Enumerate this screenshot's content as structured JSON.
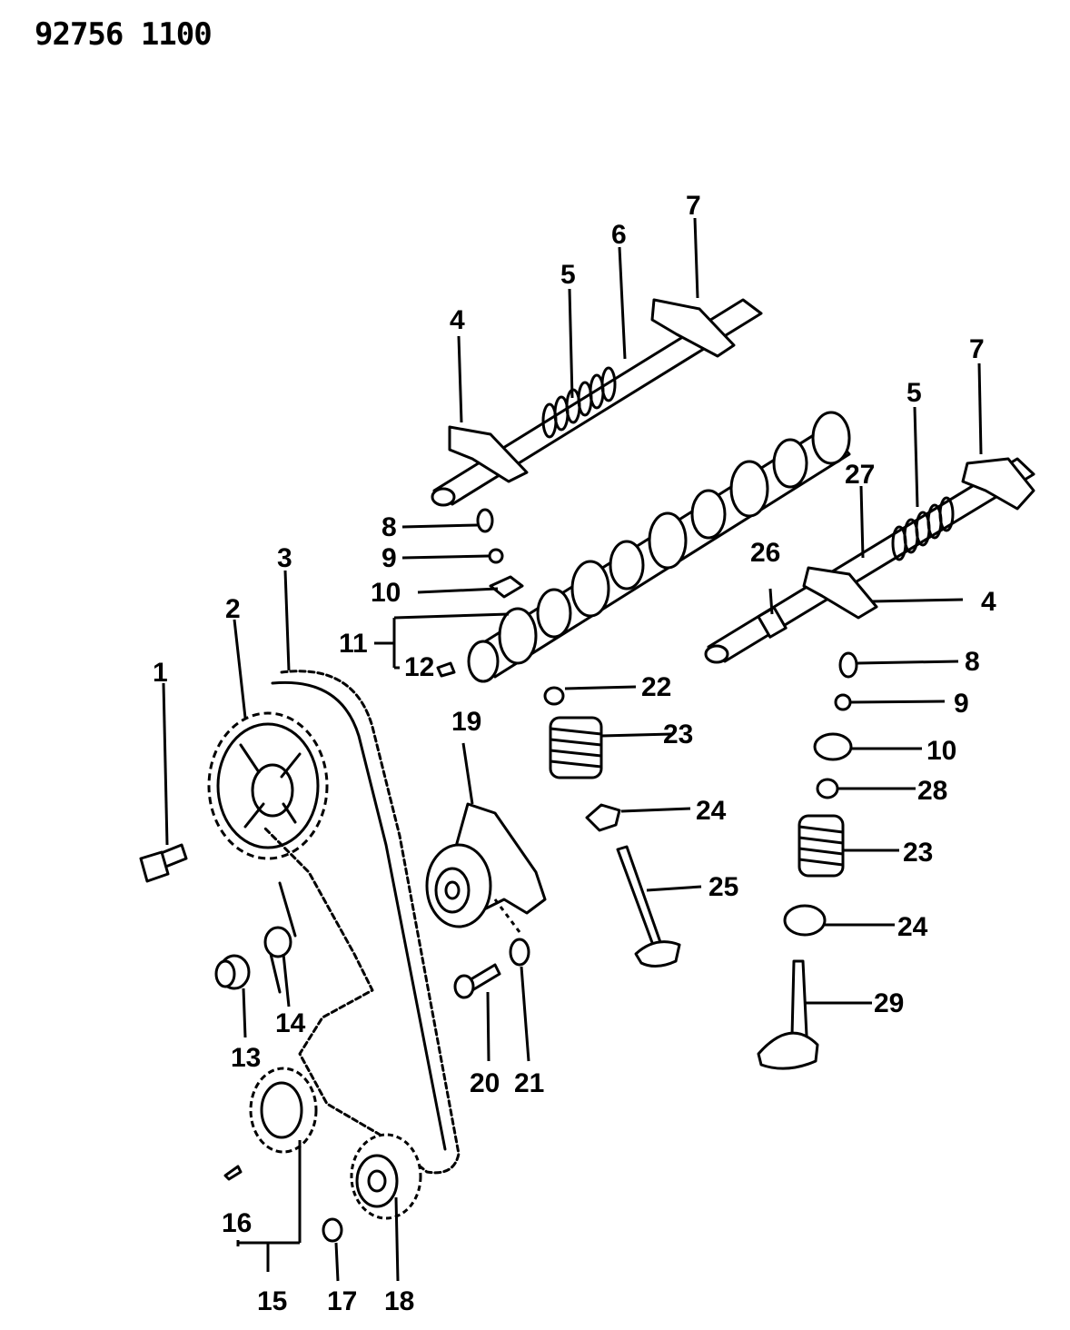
{
  "document": {
    "number": "92756 1100"
  },
  "callouts": {
    "c1": "1",
    "c2": "2",
    "c3": "3",
    "c4a": "4",
    "c4b": "4",
    "c5a": "5",
    "c5b": "5",
    "c6": "6",
    "c7a": "7",
    "c7b": "7",
    "c8a": "8",
    "c8b": "8",
    "c9a": "9",
    "c9b": "9",
    "c10a": "10",
    "c10b": "10",
    "c11": "11",
    "c12": "12",
    "c13": "13",
    "c14": "14",
    "c15": "15",
    "c16": "16",
    "c17": "17",
    "c18": "18",
    "c19": "19",
    "c20": "20",
    "c21": "21",
    "c22": "22",
    "c23a": "23",
    "c23b": "23",
    "c24a": "24",
    "c24b": "24",
    "c25": "25",
    "c26": "26",
    "c27": "27",
    "c28": "28",
    "c29": "29"
  }
}
